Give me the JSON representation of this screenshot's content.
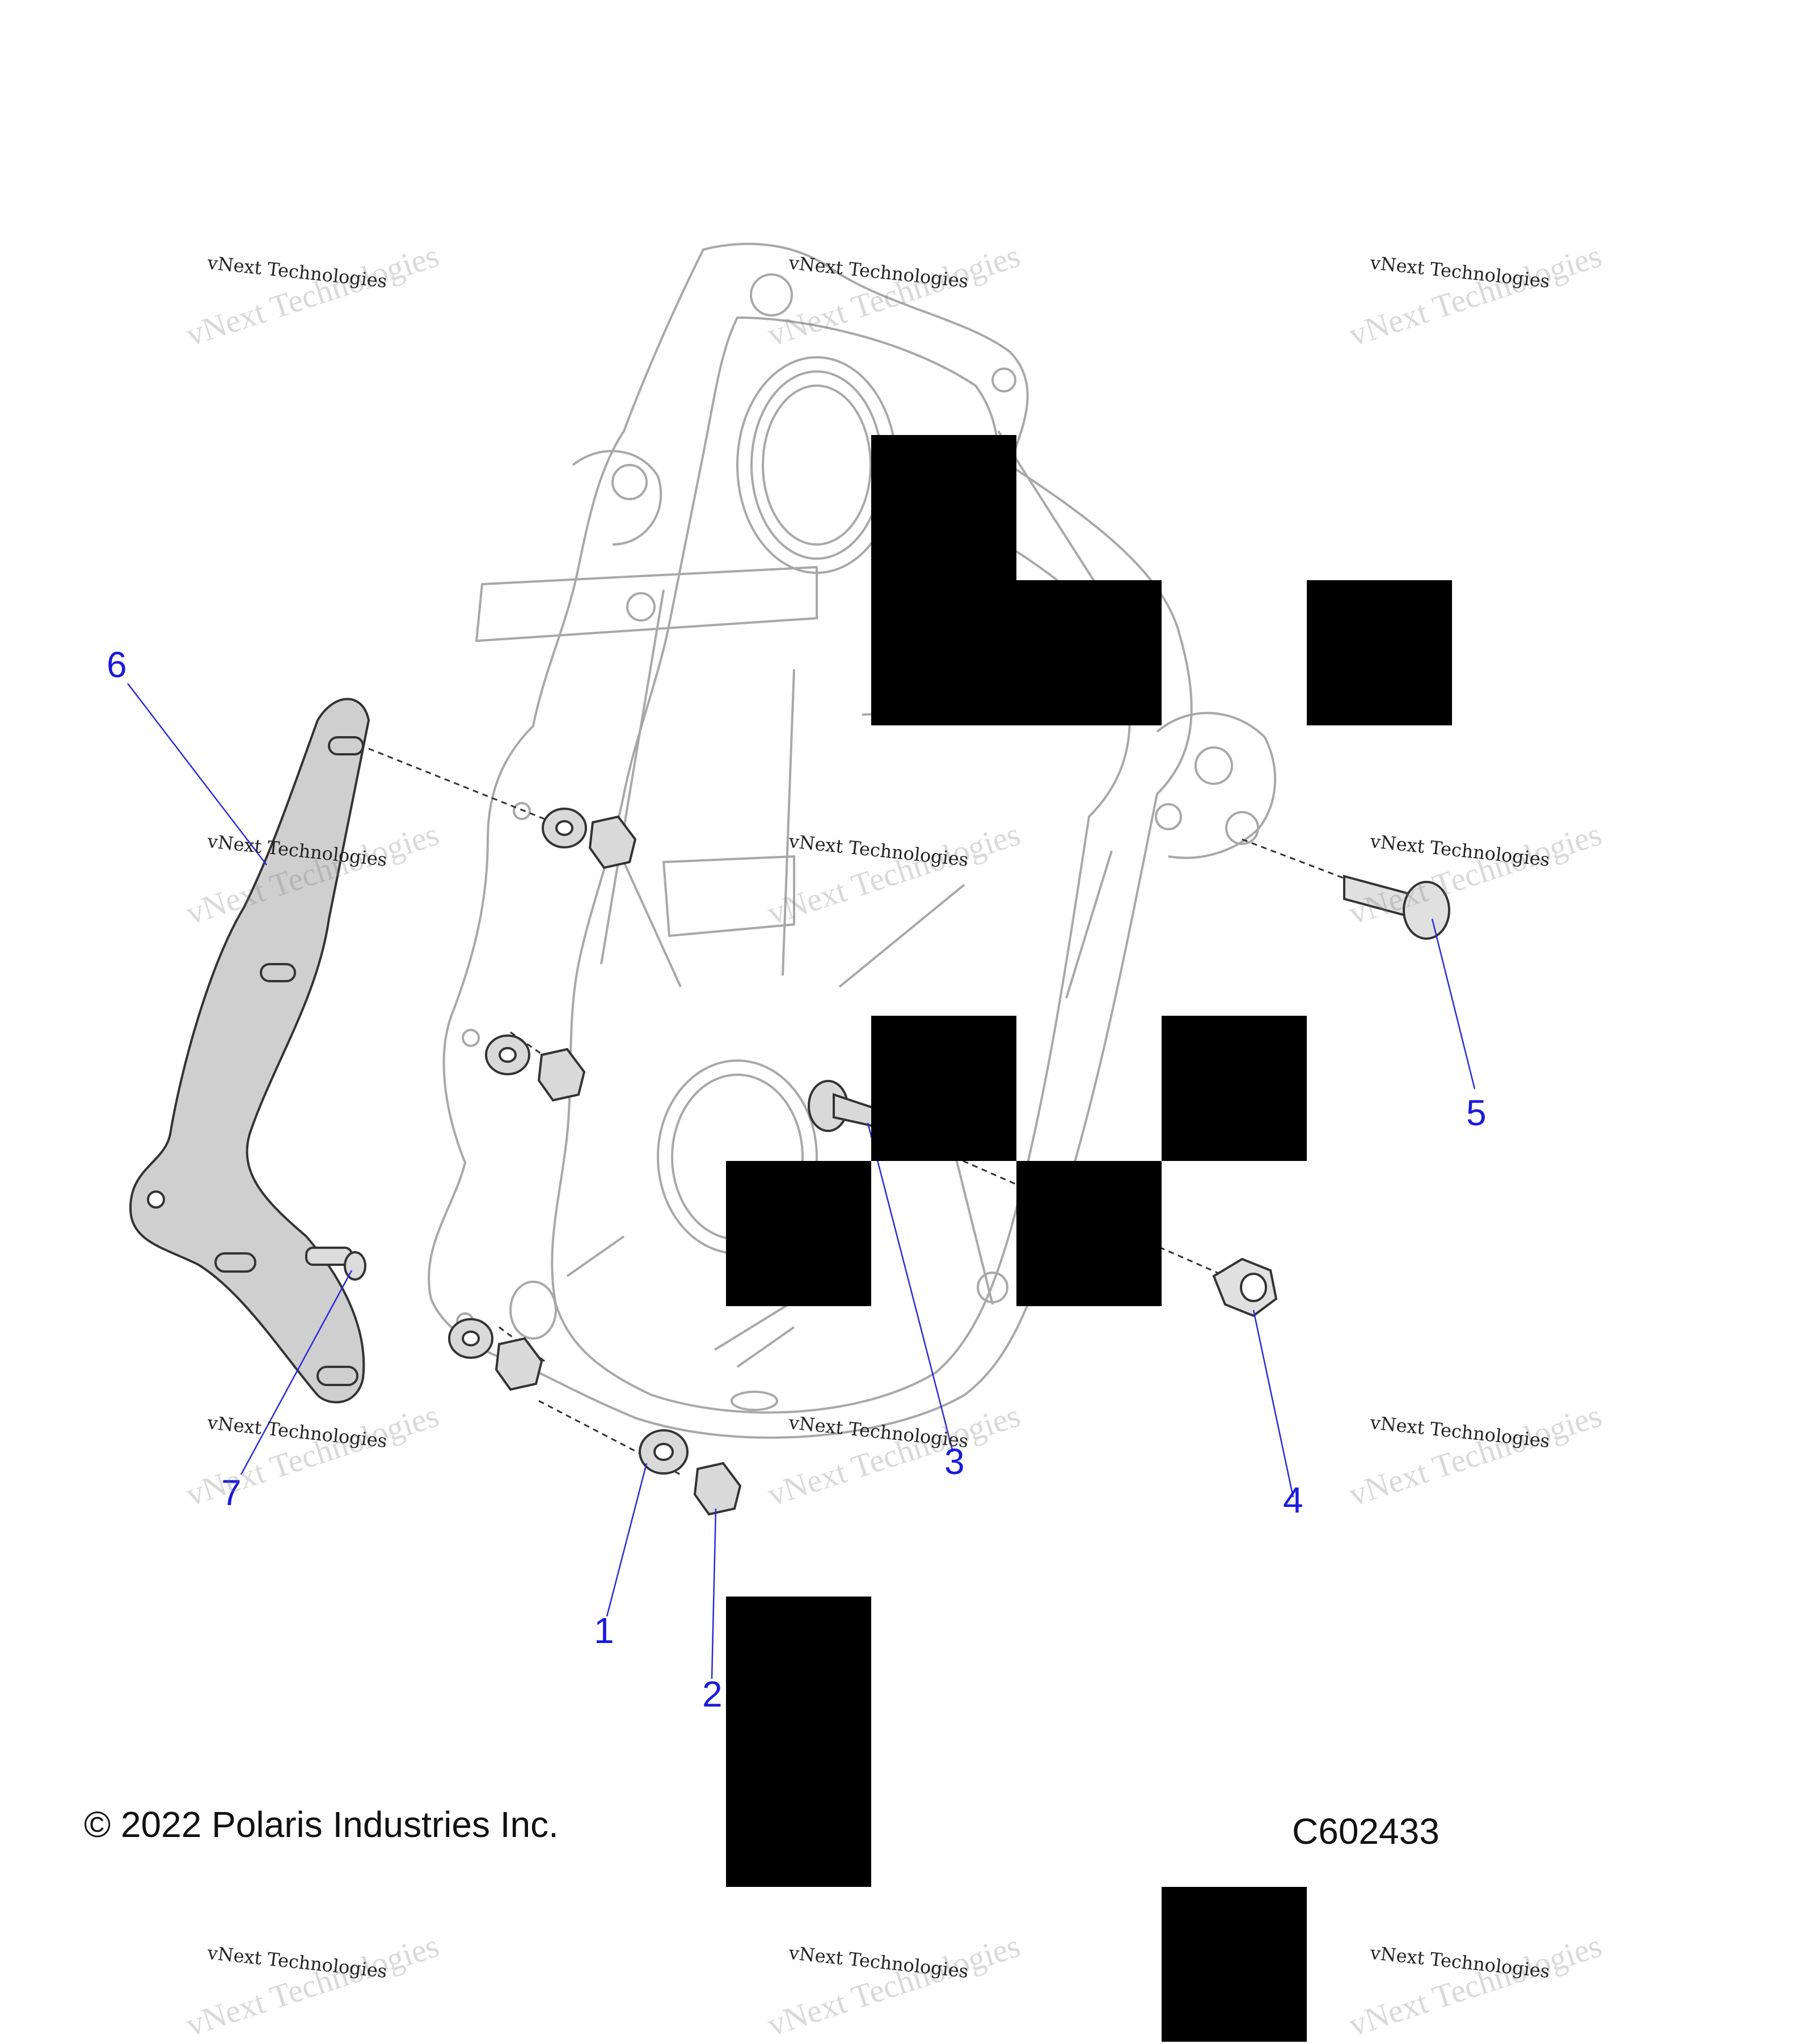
{
  "diagram": {
    "callouts": [
      "1",
      "2",
      "3",
      "4",
      "5",
      "6",
      "7"
    ],
    "copyright": "© 2022 Polaris Industries Inc.",
    "figure_code": "C602433",
    "watermark_big": "vNext Technologies",
    "watermark_small": "vNext Technologies"
  },
  "colors": {
    "callout": "#1a1adb",
    "line_art": "#9a9a9a",
    "part_fill": "#cfcfcf",
    "redaction": "#000000"
  }
}
